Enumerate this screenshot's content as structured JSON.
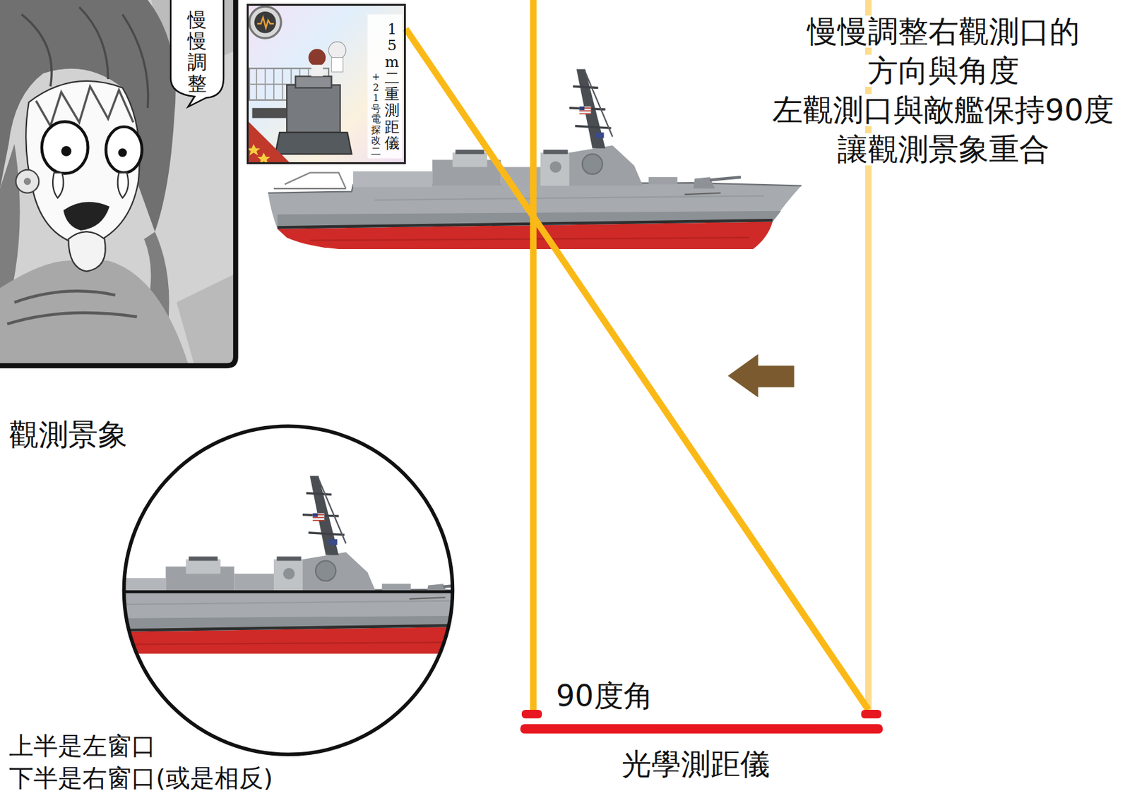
{
  "diagram": {
    "nodes": [
      {
        "text": [
          "慢慢調整"
        ]
      },
      {
        "text": [
          "15m二重測距儀",
          "+21号電探改二"
        ]
      }
    ],
    "labels": [
      "慢慢調整右觀測口的 方向與角度 左觀測口與敵艦保持90度 讓觀測景象重合",
      "觀測景象",
      "上半是左窗口 下半是右窗口(或是相反)",
      "90度角",
      "光學測距儀"
    ]
  }
}
